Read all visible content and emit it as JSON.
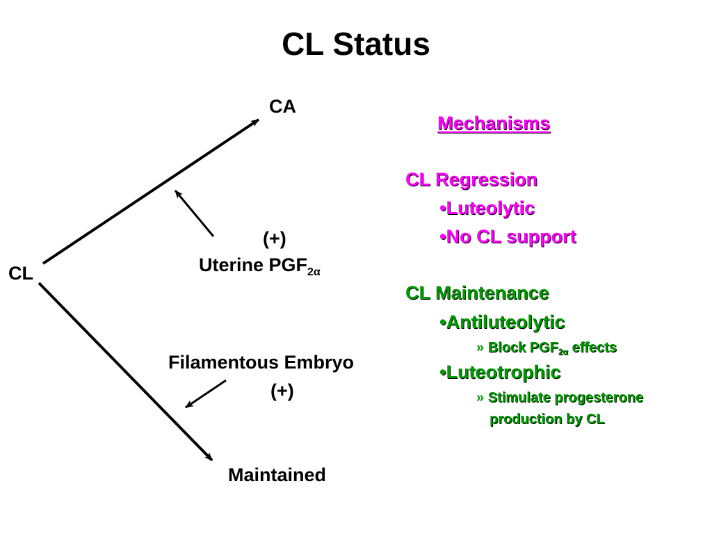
{
  "title": "CL Status",
  "diagram": {
    "ca": "CA",
    "cl": "CL",
    "plus_upper": "(+)",
    "uterine_prefix": "Uterine PGF",
    "uterine_sub": "2α",
    "filamentous": "Filamentous Embryo",
    "plus_lower": "(+)",
    "maintained": "Maintained"
  },
  "mechanisms": {
    "heading": "Mechanisms",
    "regression": {
      "title": "CL Regression",
      "items": [
        "•Luteolytic",
        "•No CL support"
      ]
    },
    "maintenance": {
      "title": "CL Maintenance",
      "antiluteolytic": "•Antiluteolytic",
      "block_prefix": "Block PGF",
      "block_sub": "2α",
      "block_suffix": " effects",
      "luteotrophic": "•Luteotrophic",
      "stimulate_line1": "Stimulate progesterone",
      "stimulate_line2": "production by CL",
      "chevron": "»"
    }
  },
  "colors": {
    "regression": "#ff00ff",
    "maintenance": "#009900"
  }
}
